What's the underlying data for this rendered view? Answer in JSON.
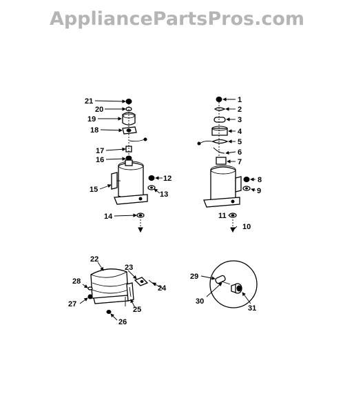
{
  "watermark": "AppliancePartsPros.com",
  "callouts": {
    "c1": "1",
    "c2": "2",
    "c3": "3",
    "c4": "4",
    "c5": "5",
    "c6": "6",
    "c7": "7",
    "c8": "8",
    "c9": "9",
    "c10": "10",
    "c11": "11",
    "c12": "12",
    "c13": "13",
    "c14": "14",
    "c15": "15",
    "c16": "16",
    "c17": "17",
    "c18": "18",
    "c19": "19",
    "c20": "20",
    "c21": "21",
    "c22": "22",
    "c23": "23",
    "c24": "24",
    "c25": "25",
    "c26": "26",
    "c27": "27",
    "c28": "28",
    "c29": "29",
    "c30": "30",
    "c31": "31"
  }
}
